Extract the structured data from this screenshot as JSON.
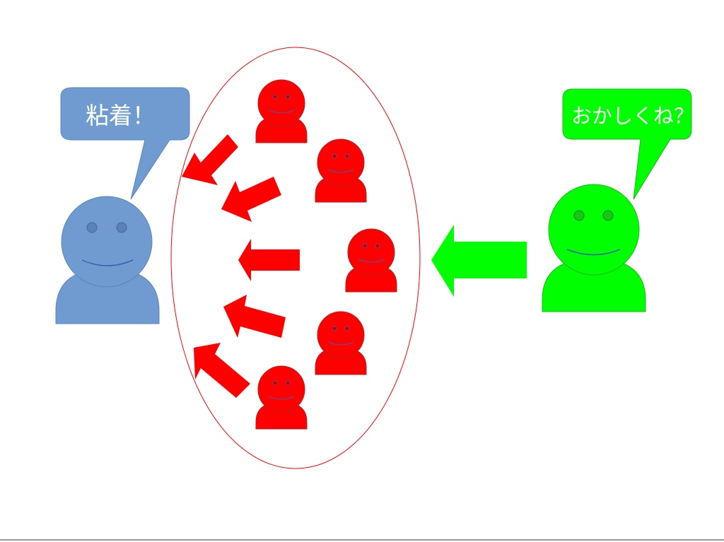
{
  "colors": {
    "background": "#ffffff",
    "blue_person": "#6f9bd1",
    "blue_outline": "#5a86be",
    "red_person": "#ff0000",
    "green_person": "#00ff00",
    "red_group_outline": "#ff0000",
    "face_line": "#3d5fb0"
  },
  "left_person": {
    "speech": "粘着！"
  },
  "right_person": {
    "speech": "おかしくね？"
  },
  "group": {
    "member_count": 5,
    "arrow_count": 5
  }
}
